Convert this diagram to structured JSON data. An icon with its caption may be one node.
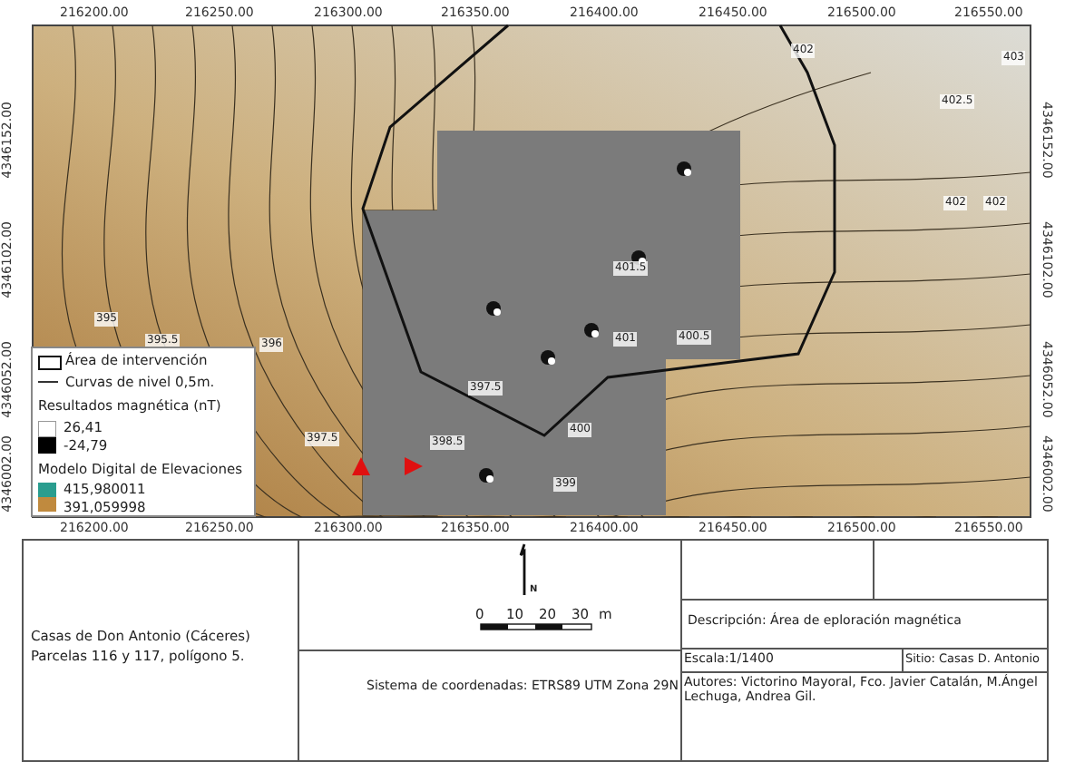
{
  "diagram": {
    "labels": [
      "216200.00",
      "216250.00",
      "216300.00",
      "216350.00",
      "216400.00",
      "216450.00",
      "216500.00",
      "216550.00",
      "4346152.00",
      "4346102.00",
      "4346052.00",
      "4346002.00",
      "402",
      "403",
      "402.5",
      "402",
      "402",
      "401.5",
      "395",
      "395.5",
      "396",
      "401",
      "400.5",
      "397.5",
      "397.5",
      "398.5",
      "400",
      "399",
      "4346152.00",
      "4346102.00",
      "4346052.00",
      "4346002.00",
      "216200.00",
      "216250.00",
      "216300.00",
      "216350.00",
      "216400.00",
      "216450.00",
      "216500.00",
      "216550.00",
      "Casas de Don Antonio (Cáceres)",
      "Parcelas 116 y 117, polígono 5.",
      "N",
      "0",
      "10",
      "20",
      "30",
      "m",
      "Descripción: Área de eploración magnética",
      "Sistema de coordenadas: ETRS89 UTM Zona 29N",
      "Escala:1/1400",
      "Sitio: Casas D. Antonio",
      "Autores: Victorino Mayoral, Fco. Javier Catalán, M.Ángel Lechuga, Andrea Gil."
    ],
    "legend": [
      {
        "text": "Área de intervención"
      },
      {
        "text": "Curvas de nivel 0,5m."
      },
      {
        "text": "Resultados magnética (nT)"
      },
      {
        "text": "26,41",
        "color": "#ffffff"
      },
      {
        "text": "-24,79",
        "color": "#000000"
      },
      {
        "text": "Modelo Digital de Elevaciones"
      },
      {
        "text": "415,980011",
        "color": "#2a9d8f"
      },
      {
        "text": "391,059998",
        "color": "#c08a3e"
      }
    ]
  }
}
